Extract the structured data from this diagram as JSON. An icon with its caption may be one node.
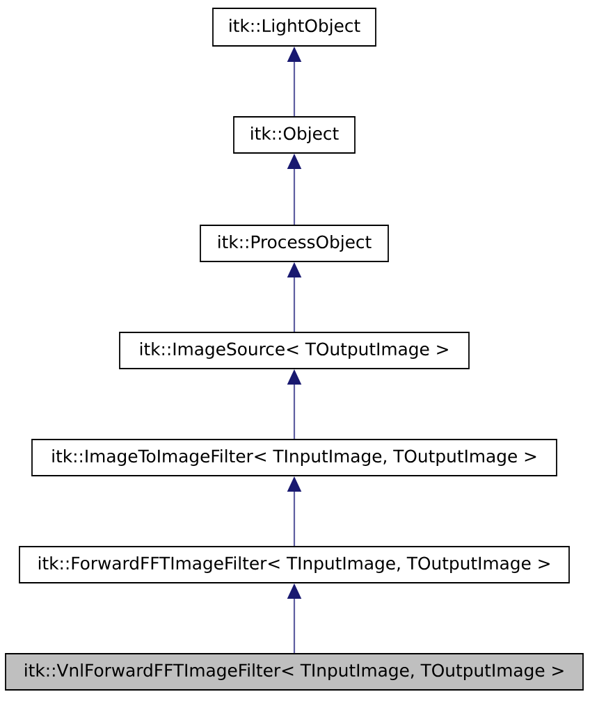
{
  "diagram": {
    "nodes": [
      {
        "text": [
          "itk::LightObject"
        ]
      },
      {
        "text": [
          "itk::Object"
        ]
      },
      {
        "text": [
          "itk::ProcessObject"
        ]
      },
      {
        "text": [
          "itk::ImageSource< TOutputImage >"
        ]
      },
      {
        "text": [
          "itk::ImageToImageFilter< TInputImage, TOutputImage >"
        ]
      },
      {
        "text": [
          "itk::ForwardFFTImageFilter< TInputImage, TOutputImage >"
        ]
      },
      {
        "text": [
          "itk::VnlForwardFFTImageFilter< TInputImage, TOutputImage >"
        ]
      }
    ],
    "edges": [
      {
        "from": 1,
        "to": 0,
        "arrow": "to"
      },
      {
        "from": 2,
        "to": 1,
        "arrow": "to"
      },
      {
        "from": 3,
        "to": 2,
        "arrow": "to"
      },
      {
        "from": 4,
        "to": 3,
        "arrow": "to"
      },
      {
        "from": 5,
        "to": 4,
        "arrow": "to"
      },
      {
        "from": 6,
        "to": 5,
        "arrow": "to"
      }
    ]
  }
}
